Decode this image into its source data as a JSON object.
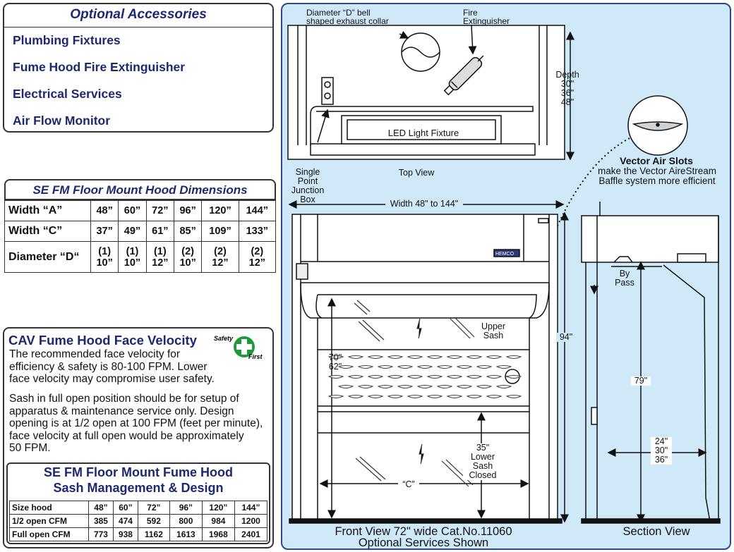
{
  "accessories": {
    "title": "Optional Accessories",
    "items": [
      "Plumbing Fixtures",
      "Fume Hood Fire Extinguisher",
      "Electrical Services",
      "Air Flow Monitor"
    ]
  },
  "dimensions": {
    "title": "SE FM Floor Mount Hood Dimensions",
    "rows": [
      {
        "label": "Width “A”",
        "cells": [
          "48”",
          "60”",
          "72”",
          "96”",
          "120”",
          "144”"
        ]
      },
      {
        "label": "Width “C”",
        "cells": [
          "37”",
          "49”",
          "61”",
          "85”",
          "109”",
          "133”"
        ]
      },
      {
        "label": "Diameter “D“",
        "cells": [
          [
            "(1)",
            "10”"
          ],
          [
            "(1)",
            "10”"
          ],
          [
            "(1)",
            "12”"
          ],
          [
            "(2)",
            "10”"
          ],
          [
            "(2)",
            "12”"
          ],
          [
            "(2)",
            "12”"
          ]
        ]
      }
    ]
  },
  "velocity": {
    "title": "CAV Fume Hood Face Velocity",
    "badge_top": "Safety",
    "badge_bottom": "First",
    "para1": [
      "The recommended face velocity for",
      "efficiency & safety is 80-100 FPM. Lower",
      "face velocity may compromise user safety."
    ],
    "para2": [
      "Sash in full open position should be for setup of",
      "apparatus & maintenance service only. Design",
      "opening is at 1/2 open at 100 FPM (feet per minute),",
      "face velocity at full open would be approximately",
      "50 FPM."
    ]
  },
  "sash": {
    "title_line1": "SE FM Floor Mount Fume Hood",
    "title_line2": "Sash Management & Design",
    "header": [
      "Size hood",
      "48”",
      "60”",
      "72”",
      "96”",
      "120”",
      "144”"
    ],
    "rows": [
      [
        "1/2 open CFM",
        "385",
        "474",
        "592",
        "800",
        "984",
        "1200"
      ],
      [
        "Full open CFM",
        "773",
        "938",
        "1162",
        "1613",
        "1968",
        "2401"
      ]
    ]
  },
  "diagram": {
    "collar_label": [
      "Diameter “D” bell",
      "shaped exhaust collar"
    ],
    "extinguisher_label": [
      "Fire",
      "Extinguisher"
    ],
    "depth_label": [
      "Depth",
      "30\"",
      "36\"",
      "48\""
    ],
    "led_label": "LED Light Fixture",
    "top_view": "Top View",
    "junction_label": [
      "Single",
      "Point",
      "Junction",
      "Box"
    ],
    "vector_title": "Vector Air Slots",
    "vector_text": [
      "make the Vector AireStream",
      "Baffle system more efficient"
    ],
    "width_label": "Width 48\" to 144\"",
    "brand": "HEMCO",
    "height_label": "94\"",
    "upper_sash": [
      "Upper",
      "Sash"
    ],
    "open_label": [
      "70\"",
      "62\""
    ],
    "lower_sash": [
      "35\"",
      "Lower",
      "Sash",
      "Closed"
    ],
    "c_label": "“C”",
    "bypass_label": [
      "By",
      "Pass"
    ],
    "section_height": "79\"",
    "section_depth": [
      "24\"",
      "30\"",
      "36\""
    ],
    "front_caption": [
      "Front View 72\" wide Cat.No.11060",
      "Optional Services Shown"
    ],
    "section_caption": "Section View"
  }
}
